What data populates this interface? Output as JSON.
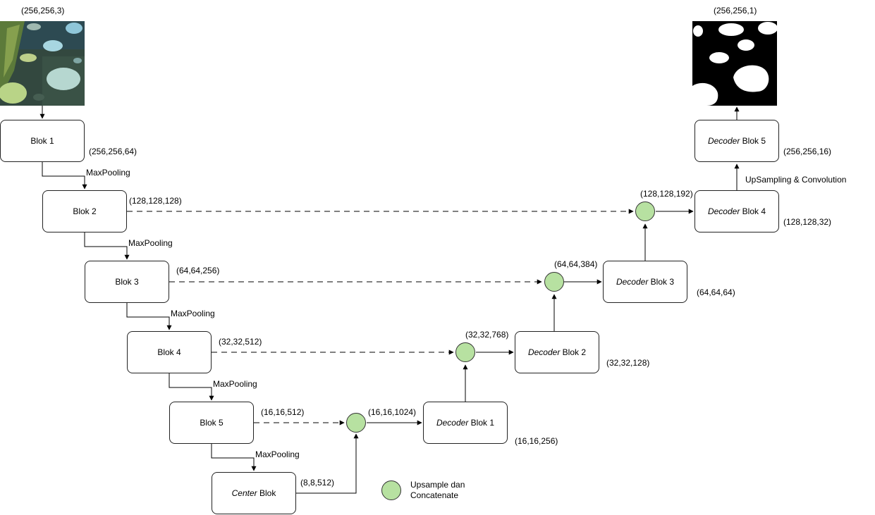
{
  "input_image": {
    "shape": "(256,256,3)"
  },
  "output_image": {
    "shape": "(256,256,1)"
  },
  "encoder": [
    {
      "name": "Blok 1",
      "shape": "(256,256,64)",
      "pool": "MaxPooling"
    },
    {
      "name": "Blok 2",
      "shape": "(128,128,128)",
      "pool": "MaxPooling"
    },
    {
      "name": "Blok 3",
      "shape": "(64,64,256)",
      "pool": "MaxPooling"
    },
    {
      "name": "Blok 4",
      "shape": "(32,32,512)",
      "pool": "MaxPooling"
    },
    {
      "name": "Blok 5",
      "shape": "(16,16,512)",
      "pool": "MaxPooling"
    }
  ],
  "center": {
    "name_italic": "Center",
    "name_rest": " Blok",
    "shape": "(8,8,512)"
  },
  "decoder": [
    {
      "name_italic": "Decoder",
      "name_rest": " Blok 1",
      "shape": "(16,16,256)",
      "concat_shape": "(16,16,1024)"
    },
    {
      "name_italic": "Decoder",
      "name_rest": " Blok 2",
      "shape": "(32,32,128)",
      "concat_shape": "(32,32,768)"
    },
    {
      "name_italic": "Decoder",
      "name_rest": " Blok 3",
      "shape": "(64,64,64)",
      "concat_shape": "(64,64,384)"
    },
    {
      "name_italic": "Decoder",
      "name_rest": " Blok 4",
      "shape": "(128,128,32)",
      "concat_shape": "(128,128,192)"
    },
    {
      "name_italic": "Decoder",
      "name_rest": " Blok 5",
      "shape": "(256,256,16)"
    }
  ],
  "final_step": "UpSampling & Convolution",
  "legend": {
    "line1": "Upsample dan",
    "line2": "Concatenate"
  },
  "colors": {
    "concat_fill": "#b7e1a1",
    "stroke": "#000000"
  }
}
